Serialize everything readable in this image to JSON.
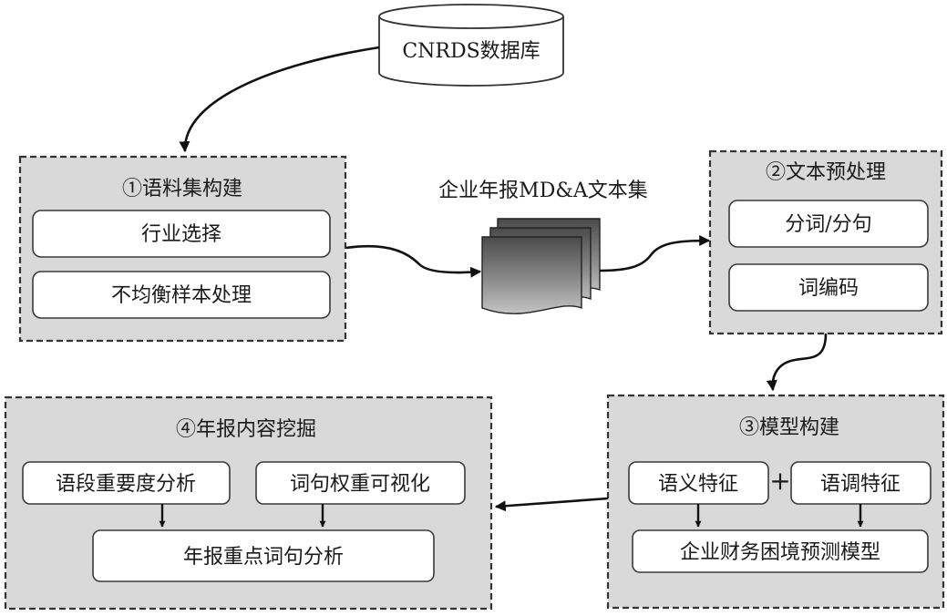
{
  "database": {
    "label": "CNRDS数据库"
  },
  "document_stack": {
    "label": "企业年报MD&A文本集"
  },
  "panels": {
    "corpus": {
      "title": "①语料集构建",
      "items": [
        "行业选择",
        "不均衡样本处理"
      ]
    },
    "preprocess": {
      "title": "②文本预处理",
      "items": [
        "分词/分句",
        "词编码"
      ]
    },
    "model": {
      "title": "③模型构建",
      "feature_a": "语义特征",
      "plus": "+",
      "feature_b": "语调特征",
      "result": "企业财务困境预测模型"
    },
    "analysis": {
      "title": "④年报内容挖掘",
      "item_a": "语段重要度分析",
      "item_b": "词句权重可视化",
      "result": "年报重点词句分析"
    }
  },
  "colors": {
    "panel_fill": "#d9d9d9",
    "box_fill": "#ffffff",
    "line": "#111111",
    "doc_gradient_dark": "#555555",
    "doc_gradient_light": "#b5b5b5"
  }
}
